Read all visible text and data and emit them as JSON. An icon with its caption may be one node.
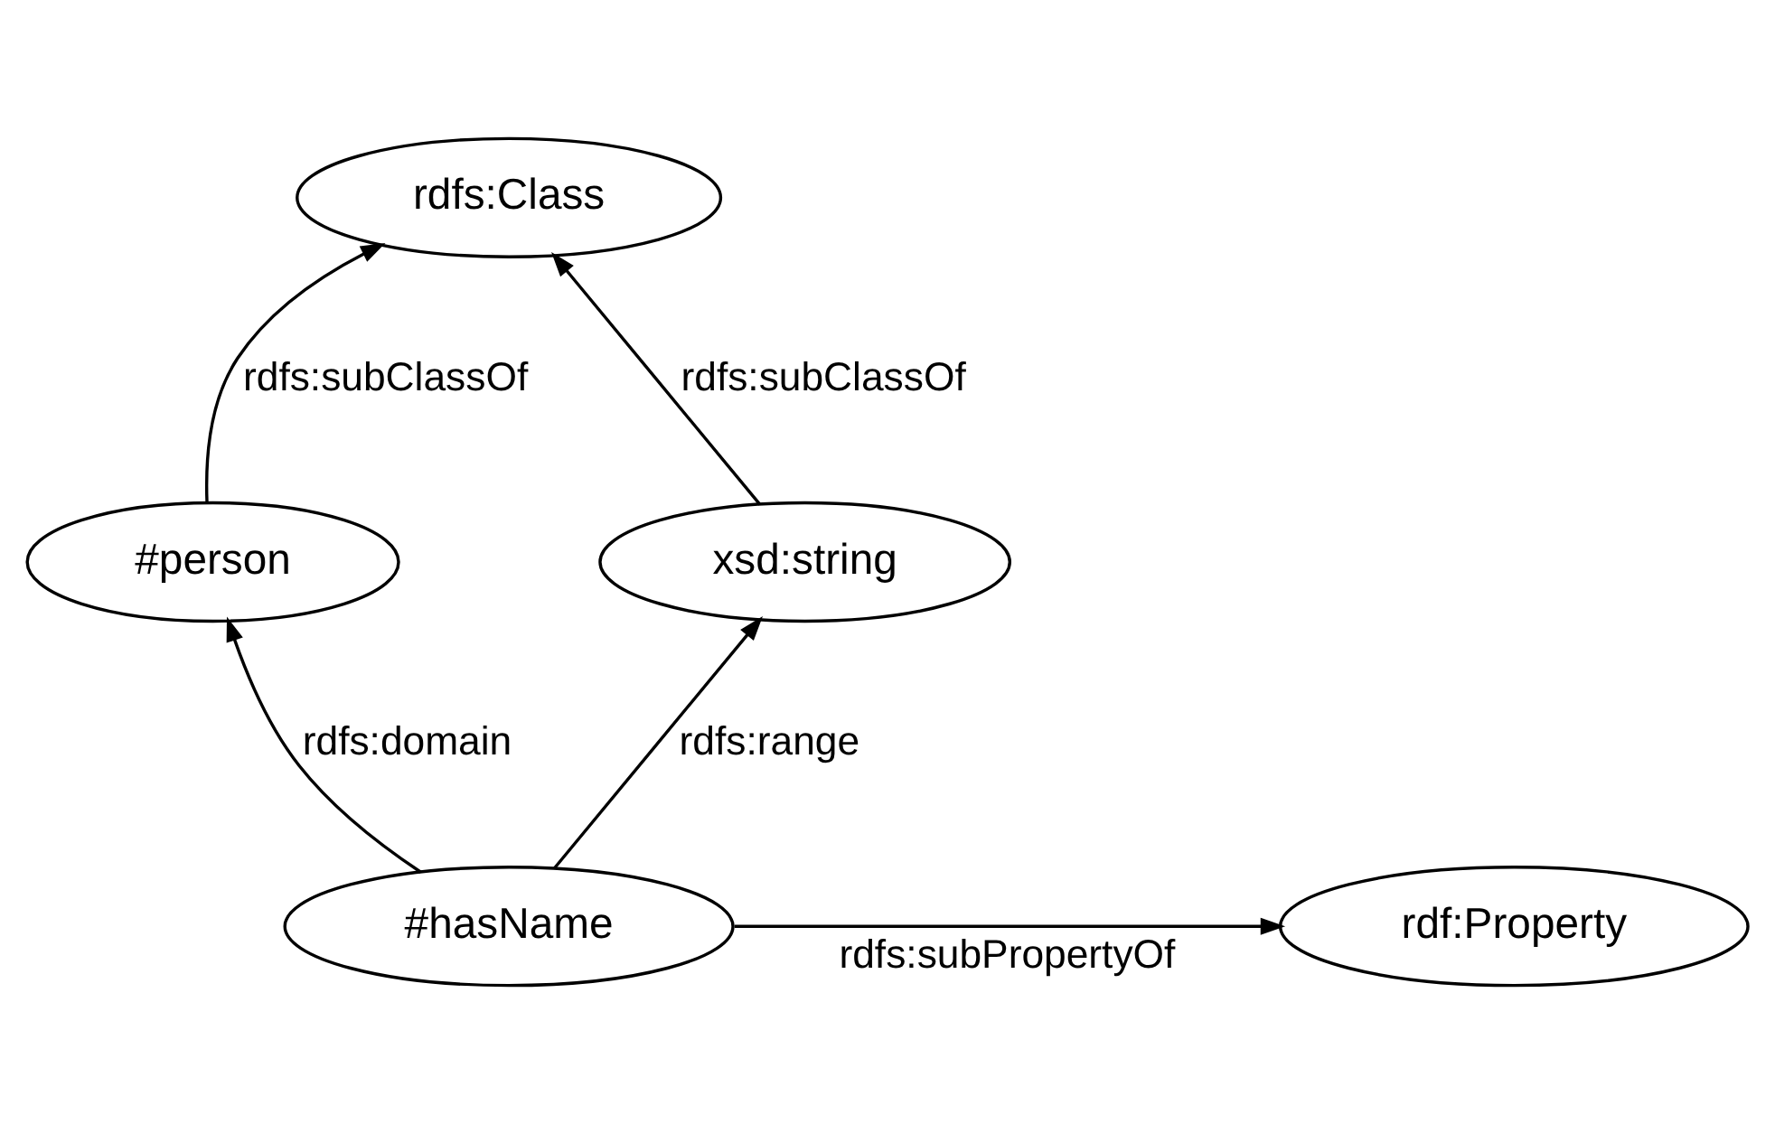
{
  "diagram": {
    "nodes": [
      {
        "text": [
          "rdfs:Class"
        ]
      },
      {
        "text": [
          "#person"
        ]
      },
      {
        "text": [
          "xsd:string"
        ]
      },
      {
        "text": [
          "#hasName"
        ]
      },
      {
        "text": [
          "rdf:Property"
        ]
      }
    ],
    "edges": [
      {
        "from": 1,
        "to": 0,
        "arrow": "to",
        "label": "rdfs:subClassOf"
      },
      {
        "from": 2,
        "to": 0,
        "arrow": "to",
        "label": "rdfs:subClassOf"
      },
      {
        "from": 3,
        "to": 1,
        "arrow": "to",
        "label": "rdfs:domain"
      },
      {
        "from": 3,
        "to": 2,
        "arrow": "to",
        "label": "rdfs:range"
      },
      {
        "from": 3,
        "to": 4,
        "arrow": "to",
        "label": "rdfs:subPropertyOf"
      }
    ]
  }
}
